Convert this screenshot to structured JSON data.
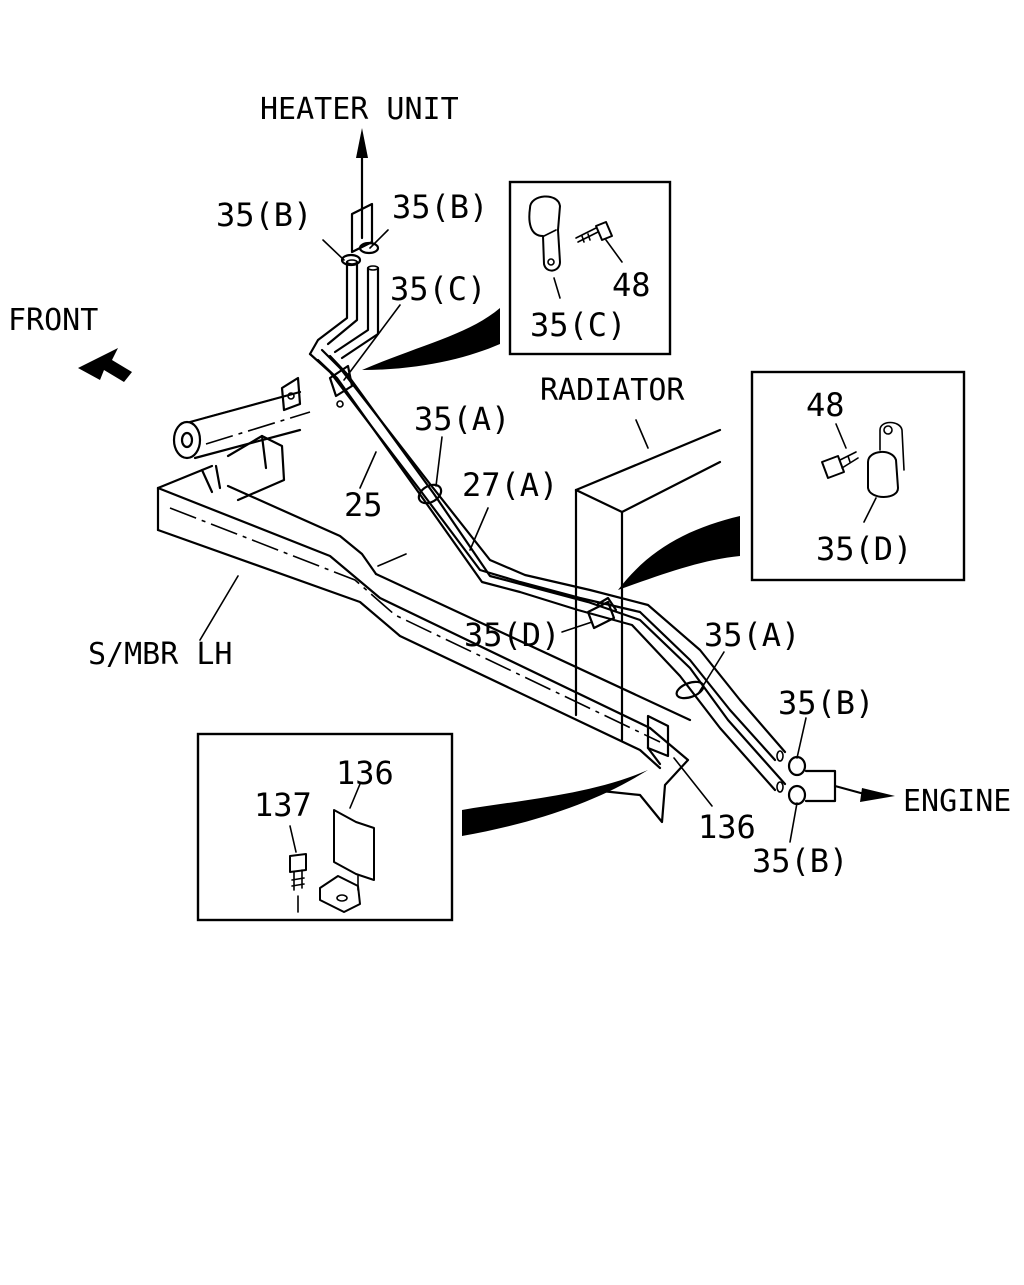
{
  "diagram": {
    "labels": {
      "heater_unit": "HEATER UNIT",
      "front": "FRONT",
      "radiator": "RADIATOR",
      "side_member": "S/MBR LH",
      "engine": "ENGINE"
    },
    "callouts": {
      "c35b_top_left": "35(B)",
      "c35b_top_right": "35(B)",
      "c35c_main": "35(C)",
      "c35a_upper": "35(A)",
      "c27a": "27(A)",
      "c25": "25",
      "c35d_main": "35(D)",
      "c35a_lower": "35(A)",
      "c35b_engine_top": "35(B)",
      "c35b_engine_bottom": "35(B)",
      "c136_main": "136"
    },
    "detail_clip_c": {
      "part_48": "48",
      "part_35c": "35(C)"
    },
    "detail_clip_d": {
      "part_48": "48",
      "part_35d": "35(D)"
    },
    "detail_bracket": {
      "part_136": "136",
      "part_137": "137"
    }
  }
}
